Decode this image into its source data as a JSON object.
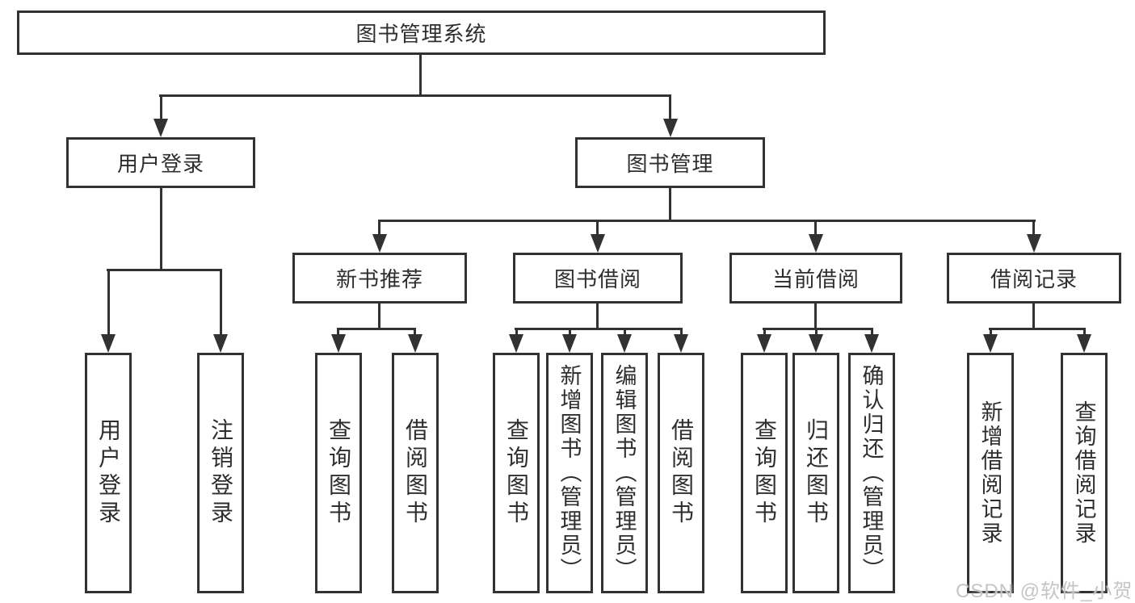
{
  "tree": {
    "label": "图书管理系统",
    "children": [
      {
        "label": "用户登录",
        "children": [
          {
            "label": "用户登录"
          },
          {
            "label": "注销登录"
          }
        ]
      },
      {
        "label": "图书管理",
        "children": [
          {
            "label": "新书推荐",
            "children": [
              {
                "label": "查询图书"
              },
              {
                "label": "借阅图书"
              }
            ]
          },
          {
            "label": "图书借阅",
            "children": [
              {
                "label": "查询图书"
              },
              {
                "label": "新增图书（管理员）"
              },
              {
                "label": "编辑图书（管理员）"
              },
              {
                "label": "借阅图书"
              }
            ]
          },
          {
            "label": "当前借阅",
            "children": [
              {
                "label": "查询图书"
              },
              {
                "label": "归还图书"
              },
              {
                "label": "确认归还（管理员）"
              }
            ]
          },
          {
            "label": "借阅记录",
            "children": [
              {
                "label": "新增借阅记录"
              },
              {
                "label": "查询借阅记录"
              }
            ]
          }
        ]
      }
    ]
  },
  "watermark": {
    "text": "CSDN @软件_小贺同学"
  },
  "colors": {
    "line": "#323232",
    "text": "#2e2e2e",
    "background": "#ffffff",
    "watermark": "#c5c5c5"
  }
}
